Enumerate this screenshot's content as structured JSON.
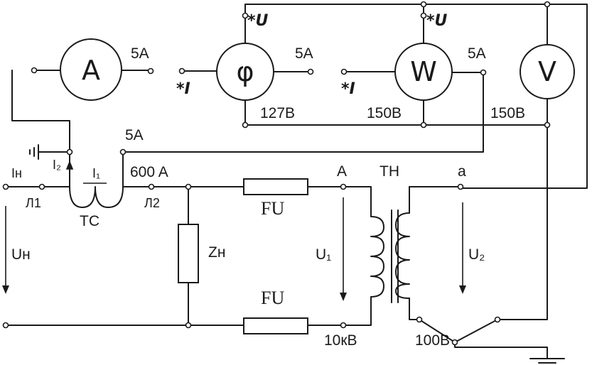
{
  "meters": {
    "ammeter": "A",
    "phase_meter": "φ",
    "wattmeter": "W",
    "voltmeter": "V"
  },
  "current_labels": {
    "ammeter_out": "5A",
    "phase_out": "5A",
    "wattmeter_out": "5A",
    "ct_secondary": "5A",
    "ct_primary": "600 A"
  },
  "voltage_terminal_labels": {
    "phase_u": "*U",
    "wattmeter_u": "*U",
    "phase_i": "*I",
    "wattmeter_i": "*I",
    "phase_rating": "127В",
    "wattmeter_rating": "150В",
    "voltmeter_rating": "150В"
  },
  "current_transformer": {
    "name": "TC",
    "primary_current": "Iн",
    "secondary_current": "I₂",
    "primary_winding": "I₁",
    "terminal_l1": "Л1",
    "terminal_l2": "Л2"
  },
  "load": {
    "impedance": "Zн",
    "voltage": "Uн"
  },
  "fuses": {
    "top": "FU",
    "bottom": "FU"
  },
  "voltage_transformer": {
    "name": "TH",
    "primary_terminal": "A",
    "secondary_terminal": "a",
    "primary_voltage": "U₁",
    "secondary_voltage": "U₂",
    "primary_rating": "10кВ",
    "secondary_rating": "100В"
  }
}
